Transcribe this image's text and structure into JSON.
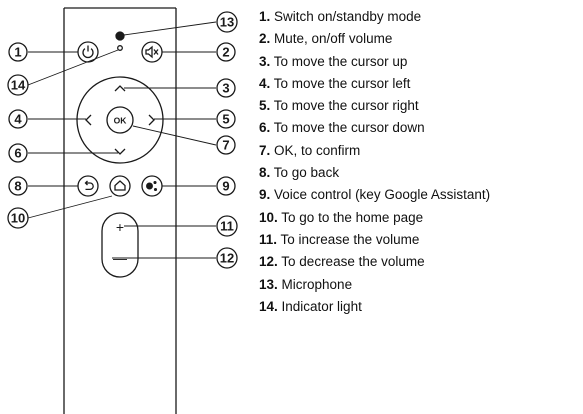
{
  "colors": {
    "stroke": "#1a1a1a",
    "background": "#ffffff"
  },
  "remote": {
    "callouts": [
      "1",
      "2",
      "3",
      "4",
      "5",
      "6",
      "7",
      "8",
      "9",
      "10",
      "11",
      "12",
      "13",
      "14"
    ],
    "ok_label": "OK",
    "volume_plus": "+",
    "volume_minus": "—"
  },
  "legend": [
    {
      "num": "1.",
      "text": " Switch on/standby mode"
    },
    {
      "num": "2.",
      "text": " Mute, on/off volume"
    },
    {
      "num": "3.",
      "text": " To move the cursor up"
    },
    {
      "num": "4.",
      "text": " To move the cursor left"
    },
    {
      "num": "5.",
      "text": " To move the cursor right"
    },
    {
      "num": "6.",
      "text": " To move the cursor down"
    },
    {
      "num": "7.",
      "text": " OK, to confirm"
    },
    {
      "num": "8.",
      "text": " To go back"
    },
    {
      "num": "9.",
      "text": " Voice control (key Google Assistant)"
    },
    {
      "num": "10.",
      "text": " To go to the home page"
    },
    {
      "num": "11.",
      "text": " To increase the volume"
    },
    {
      "num": "12.",
      "text": " To decrease the volume"
    },
    {
      "num": "13.",
      "text": " Microphone"
    },
    {
      "num": "14.",
      "text": " Indicator light"
    }
  ]
}
